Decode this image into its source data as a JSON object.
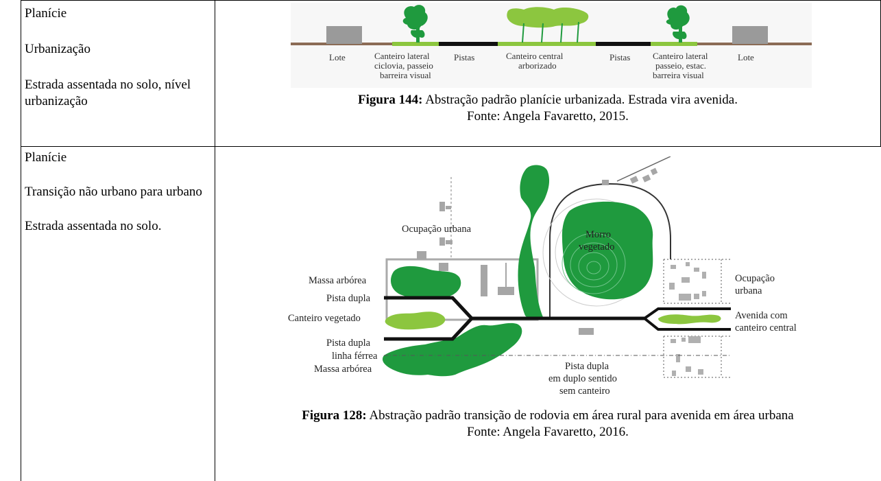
{
  "rows": [
    {
      "left": {
        "relief": "Planície",
        "context": "Urbanização",
        "road_type": "Estrada assentada no solo, nível urbanização"
      },
      "figure": {
        "number": "Figura 144:",
        "caption": "Abstração padrão planície urbanizada. Estrada vira avenida.",
        "source": "Fonte: Angela Favaretto, 2015.",
        "labels": {
          "lote_left": "Lote",
          "canteiro_lateral_left_1": "Canteiro lateral",
          "canteiro_lateral_left_2": "ciclovia, passeio",
          "canteiro_lateral_left_3": "barreira visual",
          "pistas_left": "Pistas",
          "canteiro_central_1": "Canteiro central",
          "canteiro_central_2": "arborizado",
          "pistas_right": "Pistas",
          "canteiro_lateral_right_1": "Canteiro lateral",
          "canteiro_lateral_right_2": "passeio, estac.",
          "canteiro_lateral_right_3": "barreira visual",
          "lote_right": "Lote"
        }
      }
    },
    {
      "left": {
        "relief": "Planície",
        "context": "Transição não urbano para urbano",
        "road_type": "Estrada assentada no solo."
      },
      "figure": {
        "number": "Figura 128:",
        "caption": "Abstração padrão transição de rodovia em área rural para avenida em área urbana",
        "source": "Fonte: Angela Favaretto, 2016.",
        "labels": {
          "ocupacao_urbana_top": "Ocupação urbana",
          "morro_1": "Morro",
          "morro_2": "vegetado",
          "massa_arborea_top": "Massa arbórea",
          "pista_dupla_top": "Pista dupla",
          "canteiro_vegetado": "Canteiro vegetado",
          "pista_dupla_bottom": "Pista dupla",
          "linha_ferrea": "linha férrea",
          "massa_arborea_bottom": "Massa arbórea",
          "pista_dupla_center_1": "Pista dupla",
          "pista_dupla_center_2": "em duplo sentido",
          "pista_dupla_center_3": "sem canteiro",
          "ocupacao_urbana_right_1": "Ocupação",
          "ocupacao_urbana_right_2": "urbana",
          "avenida_1": "Avenida com",
          "avenida_2": "canteiro central"
        }
      }
    }
  ],
  "colors": {
    "dark_green": "#1f9a3e",
    "light_green": "#8cc63f",
    "road": "#111111",
    "ground": "#8b6b55",
    "lot_gray": "#9a9a9a",
    "building_gray": "#a6a6a6"
  }
}
